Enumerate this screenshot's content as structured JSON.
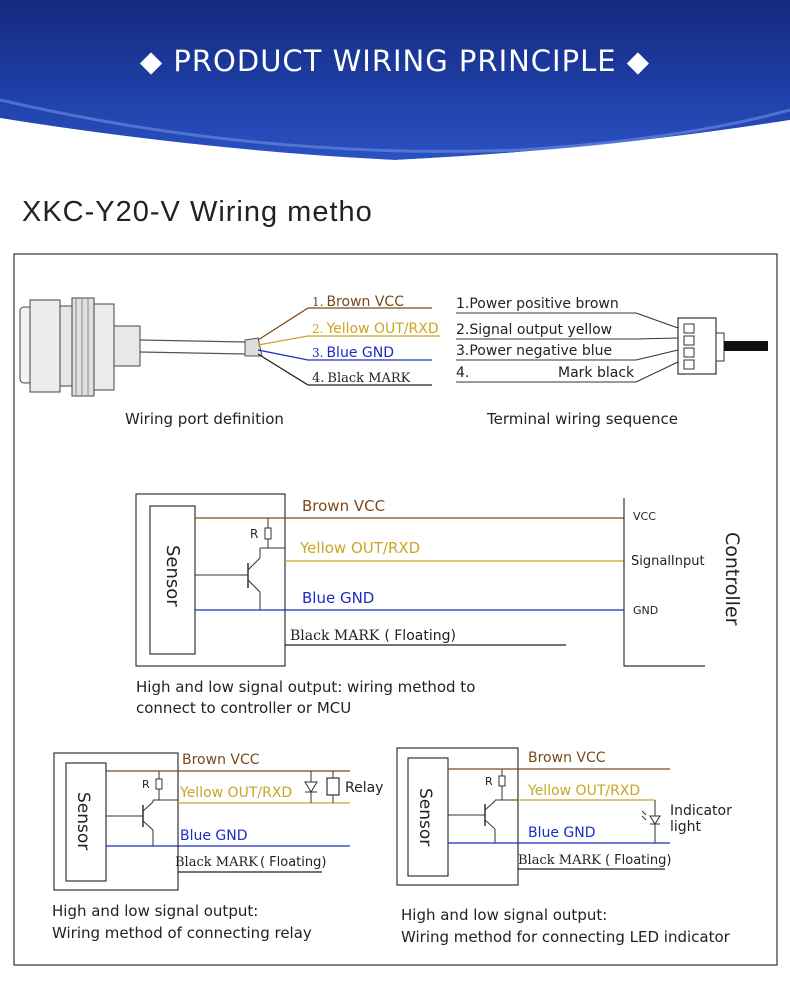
{
  "banner": {
    "title": "◆ PRODUCT WIRING PRINCIPLE ◆"
  },
  "section": {
    "title": "XKC-Y20-V Wiring metho"
  },
  "colors": {
    "brown": "#7a4a1a",
    "yellow": "#c9a626",
    "blue": "#1a2ec0",
    "black": "#222222",
    "banner": "#1d3b9c"
  },
  "top": {
    "wires": [
      {
        "num": "1.",
        "label": "Brown VCC",
        "color": "#7a4a1a"
      },
      {
        "num": "2.",
        "label": "Yellow OUT/RXD",
        "color": "#c9a626"
      },
      {
        "num": "3.",
        "label": "Blue GND",
        "color": "#1a2ec0"
      },
      {
        "num": "4.",
        "label": "Black MARK",
        "color": "#222222"
      }
    ],
    "terminal": [
      "1.Power positive brown",
      "2.Signal output yellow",
      "3.Power negative blue",
      "4."
    ],
    "terminal_4b": "Mark black",
    "caption_left": "Wiring port definition",
    "caption_right": "Terminal wiring sequence"
  },
  "controller_diagram": {
    "sensor": "Sensor",
    "r": "R",
    "brown": "Brown VCC",
    "yellow": "Yellow OUT/RXD",
    "blue": "Blue GND",
    "black": "Black MARK",
    "floating": "( Floating)",
    "vcc": "VCC",
    "signal": "SignalInput",
    "gnd": "GND",
    "controller": "Controller",
    "caption1": "High and low signal output: wiring method to",
    "caption2": "connect to controller or MCU"
  },
  "relay_diagram": {
    "sensor": "Sensor",
    "r": "R",
    "brown": "Brown VCC",
    "yellow": "Yellow OUT/RXD",
    "blue": "Blue GND",
    "black": "Black MARK",
    "floating": "( Floating)",
    "relay": "Relay",
    "caption1": "High and low signal output:",
    "caption2": "Wiring method of connecting relay"
  },
  "led_diagram": {
    "sensor": "Sensor",
    "r": "R",
    "brown": "Brown VCC",
    "yellow": "Yellow OUT/RXD",
    "blue": "Blue GND",
    "black": "Black MARK",
    "floating": "( Floating)",
    "indicator1": "Indicator",
    "indicator2": "light",
    "caption1": "High and low signal output:",
    "caption2": "Wiring method for connecting LED indicator"
  }
}
